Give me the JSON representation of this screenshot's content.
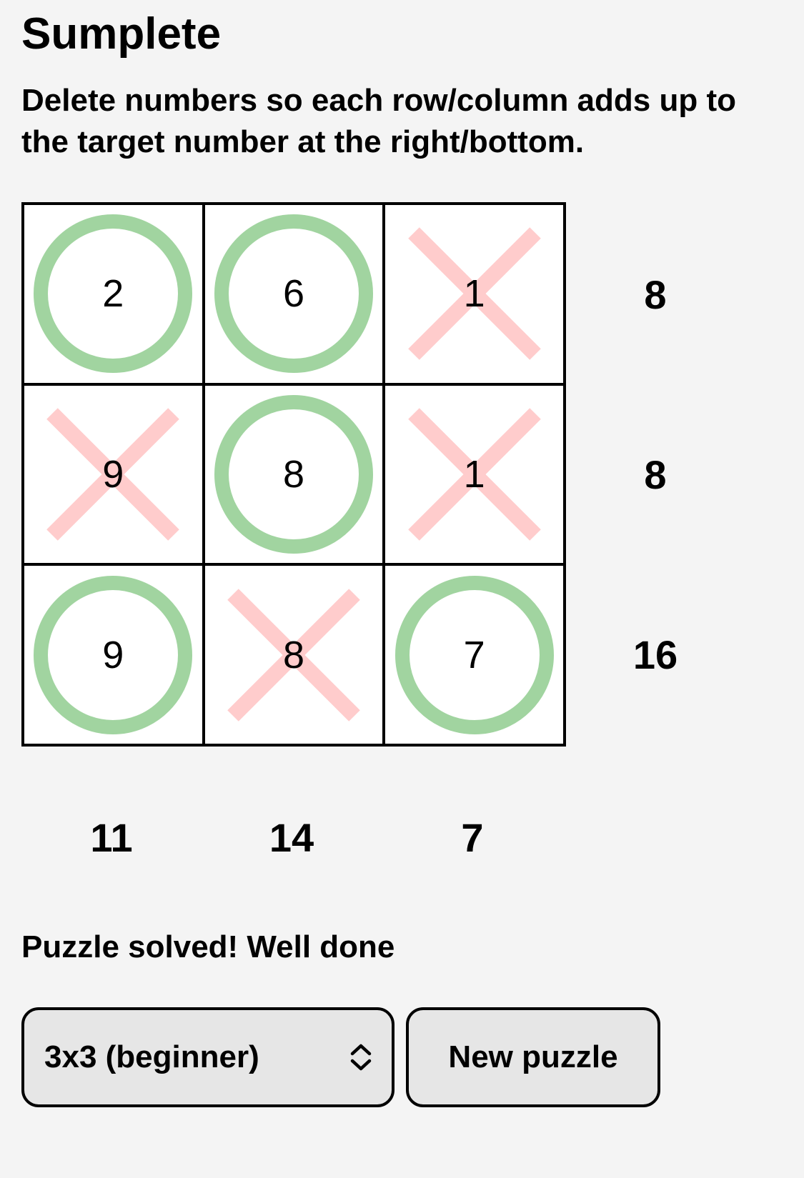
{
  "title": "Sumplete",
  "instructions": "Delete numbers so each row/column adds up to the target number at the right/bottom.",
  "grid": [
    [
      {
        "value": "2",
        "state": "kept"
      },
      {
        "value": "6",
        "state": "kept"
      },
      {
        "value": "1",
        "state": "deleted"
      }
    ],
    [
      {
        "value": "9",
        "state": "deleted"
      },
      {
        "value": "8",
        "state": "kept"
      },
      {
        "value": "1",
        "state": "deleted"
      }
    ],
    [
      {
        "value": "9",
        "state": "kept"
      },
      {
        "value": "8",
        "state": "deleted"
      },
      {
        "value": "7",
        "state": "kept"
      }
    ]
  ],
  "row_targets": [
    "8",
    "8",
    "16"
  ],
  "col_targets": [
    "11",
    "14",
    "7"
  ],
  "status": "Puzzle solved! Well done",
  "difficulty_select": {
    "selected": "3x3 (beginner)",
    "icon": "chevron-up-down-icon"
  },
  "new_puzzle_label": "New puzzle",
  "colors": {
    "kept_circle": "#a1d4a0",
    "deleted_cross": "#ffcccc",
    "background": "#f4f4f4"
  }
}
